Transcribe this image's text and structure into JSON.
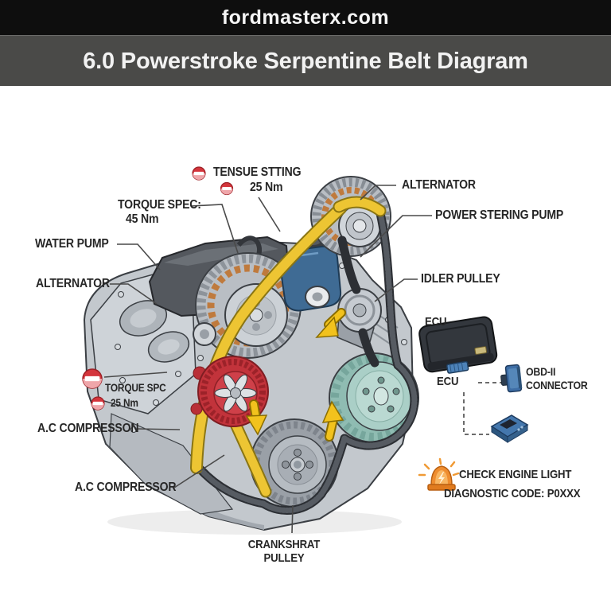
{
  "header": {
    "site_name": "fordmasterx.com",
    "page_title": "6.0 Powerstroke Serpentine Belt Diagram"
  },
  "callouts": {
    "tension_setting": {
      "title": "TENSUE STTING",
      "value": "25 Nm"
    },
    "torque_spec_top": {
      "title": "TORQUE SPEC:",
      "value": "45 Nm"
    },
    "water_pump": {
      "title": "WATER PUMP"
    },
    "alternator_left": {
      "title": "ALTERNATOR"
    },
    "alternator_right": {
      "title": "ALTERNATOR"
    },
    "power_steering_pump": {
      "title": "POWER STERING PUMP"
    },
    "idler_pulley": {
      "title": "IDLER PULLEY"
    },
    "ecu_top": {
      "title": "ECU"
    },
    "ecu_bottom": {
      "title": "ECU"
    },
    "obd_connector": {
      "title": "OBD-II",
      "subtitle": "CONNECTOR"
    },
    "torque_spec_left": {
      "title": "TORQUE SPC",
      "value": "25 Nm"
    },
    "ac_compresson": {
      "title": "A.C COMPRESSON"
    },
    "ac_compressor": {
      "title": "A.C COMPRESSOR"
    },
    "crankshaft_pulley": {
      "title": "CRANKSHRAT",
      "subtitle": "PULLEY"
    },
    "check_engine": {
      "title": "CHECK ENGINE LIGHT",
      "subtitle": "DIAGNOSTIC CODE: P0XXX"
    }
  },
  "icons": {
    "no_entry_icon": "red-circle-with-white-bar",
    "siren_icon": "orange-warning-beacon",
    "ecu_module": "dark-control-box",
    "obd2_connector": "blue-plug",
    "scan_tool": "blue-handheld-device"
  },
  "colors": {
    "header_black": "#0E0E0E",
    "title_gray": "#4A4A48",
    "belt_yellow": "#EDC533",
    "belt_dark": "#2C2F34",
    "engine_gray": "#C3C8CD",
    "water_pump_red": "#C2333B",
    "crank_teal": "#8FBCB2",
    "reservoir_blue": "#3F6B94",
    "connector_blue": "#3E6EA6",
    "alert_orange": "#EF8D2F"
  }
}
